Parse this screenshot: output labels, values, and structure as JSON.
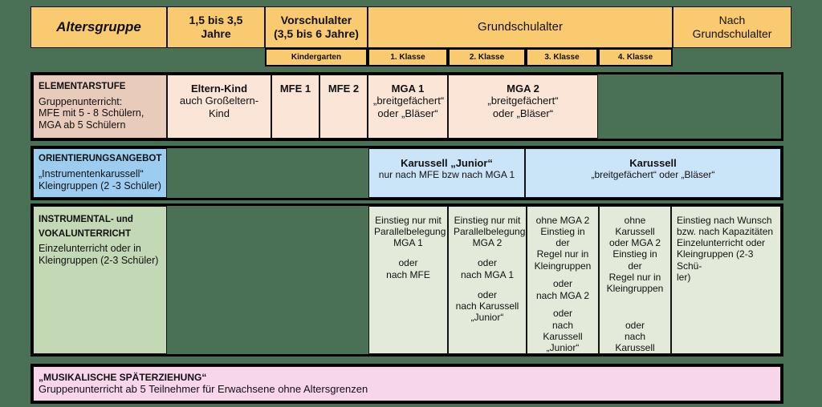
{
  "colors": {
    "background": "#4a7055",
    "header": "#f9ca70",
    "elementar_label": "#e9cbbb",
    "elementar_cell": "#fbe5d7",
    "orientierung_label": "#9ccdf0",
    "orientierung_cell": "#cbe5f8",
    "instrumental_label": "#c3d8b4",
    "instrumental_cell": "#e3eada",
    "spaeterziehung": "#f7d6ea",
    "border": "#000000"
  },
  "header": {
    "title": "Altersgruppe",
    "age_groups": [
      "1,5 bis 3,5  Jahre",
      "Vorschulalter\n(3,5 bis 6 Jahre)",
      "Grundschulalter",
      "Nach\nGrundschulalter"
    ],
    "age_group_1": "1,5 bis 3,5  Jahre",
    "age_group_2_line1": "Vorschulalter",
    "age_group_2_line2": "(3,5 bis 6 Jahre)",
    "age_group_3": "Grundschulalter",
    "age_group_4_line1": "Nach",
    "age_group_4_line2": "Grundschulalter",
    "school_years": [
      "Kindergarten",
      "1. Klasse",
      "2. Klasse",
      "3. Klasse",
      "4. Klasse"
    ]
  },
  "rows": {
    "elementarstufe": {
      "label_title": "ELEMENTARSTUFE",
      "label_line1": "Gruppenunterricht:",
      "label_line2": "MFE mit 5 - 8 Schülern,",
      "label_line3": "MGA ab 5 Schülern",
      "cells": [
        {
          "title": "Eltern-Kind",
          "line1": "auch Großeltern-Kind",
          "line2": "",
          "line3": ""
        },
        {
          "title": "MFE 1",
          "line1": "",
          "line2": "",
          "line3": ""
        },
        {
          "title": "MFE 2",
          "line1": "",
          "line2": "",
          "line3": ""
        },
        {
          "title": "MGA 1",
          "line1": "„breitgefächert“",
          "line2": "oder „Bläser“",
          "line3": ""
        },
        {
          "title": "MGA 2",
          "line1": "„breitgefächert“",
          "line2": "oder „Bläser“",
          "line3": ""
        }
      ]
    },
    "orientierungsangebot": {
      "label_title": "ORIENTIERUNGSANGEBOT",
      "label_line1": "„Instrumentenkarussell“",
      "label_line2": "Kleingruppen (2 -3 Schüler)",
      "cells": [
        {
          "title": "Karussell „Junior“",
          "line1": "nur nach MFE bzw nach MGA 1"
        },
        {
          "title": "Karussell",
          "line1": "„breitgefächert“ oder „Bläser“"
        }
      ]
    },
    "instrumental": {
      "label_title_line1": "INSTRUMENTAL- und",
      "label_title_line2": "VOKALUNTERRICHT",
      "label_line1": "Einzelunterricht oder in",
      "label_line2": "Kleingruppen (2-3 Schüler)",
      "cells": [
        {
          "block1": "Einstieg nur mit\nParallelbelegung\nMGA 1",
          "block2": "oder\nnach MFE",
          "block3": ""
        },
        {
          "block1": "Einstieg nur mit\nParallelbelegung\nMGA 2",
          "block2": "oder\nnach MGA 1",
          "block3": "oder\nnach Karussell\n„Junior“"
        },
        {
          "block1": "ohne MGA 2\nEinstieg in der\nRegel nur in\nKleingruppen",
          "block2": "oder\nnach MGA 2",
          "block3": "oder\nnach Karussell\n„Junior“"
        },
        {
          "block1": "ohne Karussell\noder MGA 2\nEinstieg in der\nRegel nur in\nKleingruppen",
          "block2": "",
          "block3": "oder\nnach Karussell"
        },
        {
          "block1": "Einstieg nach Wunsch\nbzw. nach Kapazitäten\nEinzelunterricht oder\nKleingruppen (2-3 Schü-\nler)",
          "block2": "",
          "block3": ""
        }
      ]
    },
    "spaeterziehung": {
      "title": "„MUSIKALISCHE SPÄTERZIEHUNG“",
      "subtitle": "Gruppenunterricht ab 5 Teilnehmer für Erwachsene ohne Altersgrenzen"
    }
  }
}
